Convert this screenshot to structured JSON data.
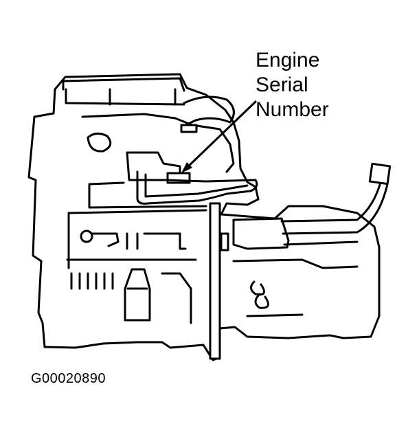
{
  "callout": {
    "line1": "Engine",
    "line2": "Serial",
    "line3": "Number"
  },
  "figure_id": "G00020890",
  "icons": [
    "engine-illustration",
    "leader-arrow"
  ],
  "colors": {
    "ink": "#000000",
    "paper": "#ffffff"
  }
}
